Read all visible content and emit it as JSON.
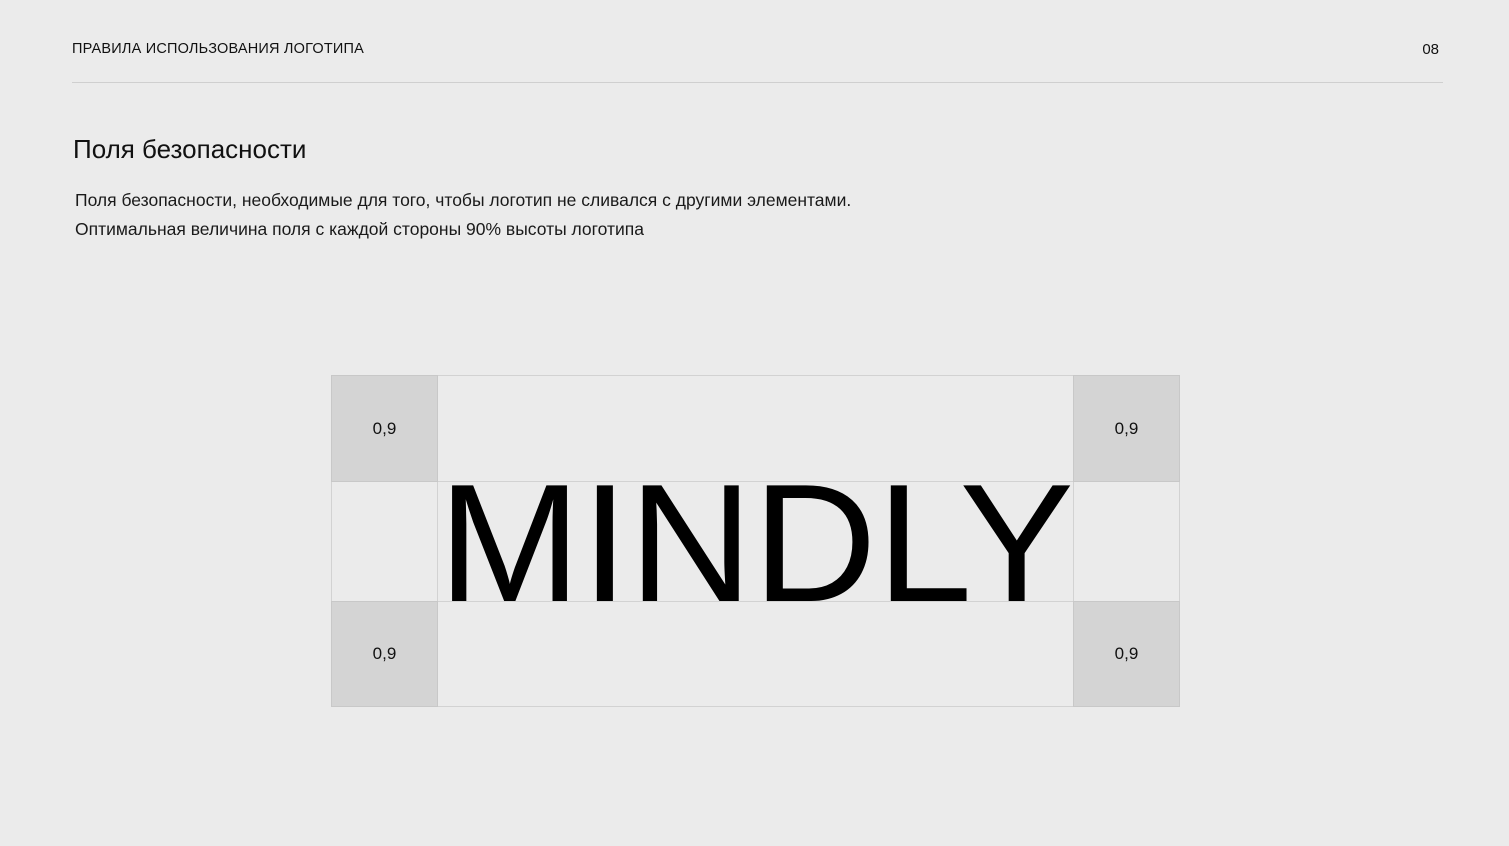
{
  "header": {
    "title": "ПРАВИЛА ИСПОЛЬЗОВАНИЯ ЛОГОТИПА",
    "page_number": "08"
  },
  "section": {
    "title": "Поля безопасности",
    "description_lines": [
      "Поля безопасности, необходимые для того, чтобы логотип не сливался с другими элементами.",
      "Оптимальная величина поля с каждой стороны 90% высоты логотипа"
    ]
  },
  "diagram": {
    "logo_text": "MINDLY",
    "corner_labels": {
      "top_left": "0,9",
      "top_right": "0,9",
      "bottom_left": "0,9",
      "bottom_right": "0,9"
    }
  },
  "colors": {
    "background": "#ebebeb",
    "corner_fill": "#d4d4d4",
    "grid_line": "#d2d2d2",
    "text": "#111111"
  }
}
